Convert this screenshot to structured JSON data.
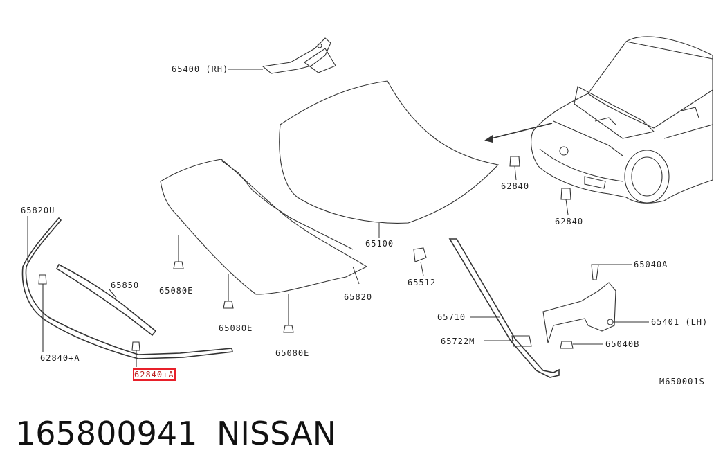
{
  "diagram": {
    "labels": {
      "hinge_rh": "65400 (RH)",
      "hinge_lh": "65401 (LH)",
      "hood": "65100",
      "insulator": "65820",
      "seal_upper": "65820U",
      "seal": "65850",
      "clip_a": "65080E",
      "clip_b": "65080E",
      "clip_c": "65080E",
      "bumper_1": "62840",
      "bumper_2": "62840",
      "bumper_a1": "62840+A",
      "bumper_a2": "62840+A",
      "grommet": "65512",
      "stay_rod": "65710",
      "stay_clip": "65722M",
      "bolt_a": "65040A",
      "bolt_b": "65040B",
      "diagram_code": "M650001S"
    },
    "highlighted_label": "62840+A"
  },
  "footer": {
    "part_number": "165800941",
    "brand": "NISSAN"
  }
}
